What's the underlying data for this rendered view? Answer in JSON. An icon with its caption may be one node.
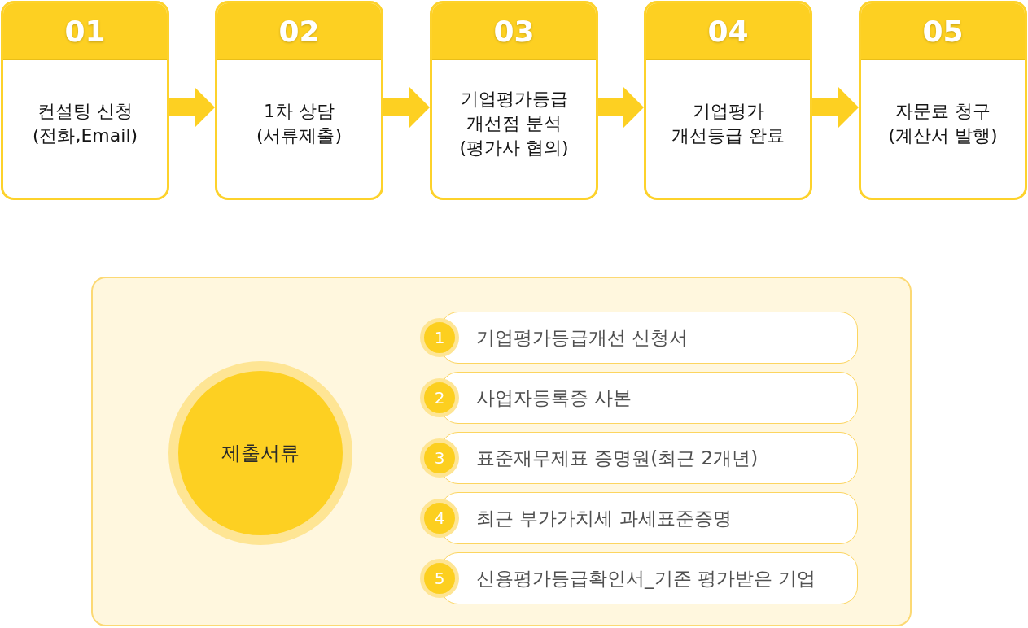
{
  "diagram": {
    "nodes": [
      {
        "text": [
          "01",
          "컨설팅 신청 (전화,Email)"
        ]
      },
      {
        "text": [
          "02",
          "1차 상담 (서류제출)"
        ]
      },
      {
        "text": [
          "03",
          "기업평가등급 개선점 분석 (평가사 협의)"
        ]
      },
      {
        "text": [
          "04",
          "기업평가 개선등급 완료"
        ]
      },
      {
        "text": [
          "05",
          "자문료 청구 (계산서 발행)"
        ]
      },
      {
        "text": [],
        "shape": "box"
      },
      {
        "text": [
          "제출서류"
        ],
        "in": 5
      },
      {
        "text": [
          "1"
        ],
        "in": 5
      },
      {
        "text": [
          "기업평가등급개선 신청서"
        ],
        "in": 5
      },
      {
        "text": [
          "2"
        ],
        "in": 5
      },
      {
        "text": [
          "사업자등록증 사본"
        ],
        "in": 5
      },
      {
        "text": [
          "3"
        ],
        "in": 5
      },
      {
        "text": [
          "표준재무제표 증명원(최근 2개년)"
        ],
        "in": 5
      },
      {
        "text": [
          "4"
        ],
        "in": 5
      },
      {
        "text": [
          "최근 부가가치세 과세표준증명"
        ],
        "in": 5
      },
      {
        "text": [
          "5"
        ],
        "in": 5
      },
      {
        "text": [
          "신용평가등급확인서_기존 평가받은 기업"
        ],
        "in": 5
      }
    ],
    "edges": [
      {
        "from": 0,
        "to": 1,
        "arrow": "to"
      },
      {
        "from": 1,
        "to": 2,
        "arrow": "to"
      },
      {
        "from": 2,
        "to": 3,
        "arrow": "to"
      },
      {
        "from": 3,
        "to": 4,
        "arrow": "to"
      }
    ]
  }
}
